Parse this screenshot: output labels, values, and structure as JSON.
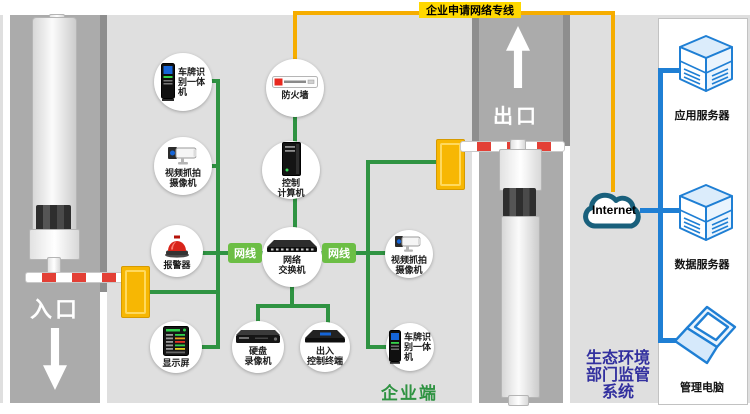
{
  "banner": {
    "label": "企业申请网络专线"
  },
  "roads": {
    "entrance": {
      "label": "入口"
    },
    "exit": {
      "label": "出口"
    }
  },
  "cable_labels": {
    "left": "网线",
    "right": "网线"
  },
  "devices": {
    "plate_in": {
      "lines": [
        "车牌识",
        "别一体",
        "机"
      ]
    },
    "camera_in": {
      "lines": [
        "视频抓拍",
        "摄像机"
      ]
    },
    "firewall": {
      "lines": [
        "防火墙"
      ]
    },
    "computer": {
      "lines": [
        "控制",
        "计算机"
      ]
    },
    "alarm": {
      "lines": [
        "报警器"
      ]
    },
    "switch": {
      "lines": [
        "网络",
        "交换机"
      ]
    },
    "display": {
      "lines": [
        "显示屏"
      ]
    },
    "dvr": {
      "lines": [
        "硬盘",
        "录像机"
      ]
    },
    "terminal": {
      "lines": [
        "出入",
        "控制终端"
      ]
    },
    "camera_out": {
      "lines": [
        "视频抓拍",
        "摄像机"
      ]
    },
    "plate_out": {
      "lines": [
        "车牌识",
        "别一体",
        "机"
      ]
    }
  },
  "cloud": {
    "label": "Internet"
  },
  "servers": {
    "app": {
      "label": "应用服务器"
    },
    "data": {
      "label": "数据服务器"
    },
    "pc": {
      "label": "管理电脑"
    }
  },
  "zone_labels": {
    "enterprise": "企业端",
    "regulator_lines": [
      "生态环境",
      "部门监管",
      "系统"
    ]
  },
  "colors": {
    "green_line": "#2f9342",
    "cable_tag_bg": "#6cbe45",
    "yellow_line": "#f6ad00",
    "banner_bg": "#ffd800",
    "blue_line": "#1f7fd4",
    "cloud_stroke": "#19607c",
    "regulator_text": "#32309f",
    "road": "#ababab"
  }
}
